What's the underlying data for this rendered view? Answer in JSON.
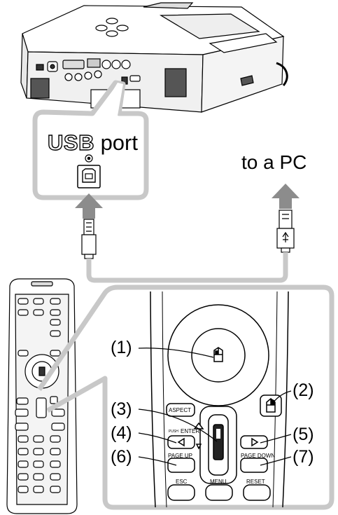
{
  "labels": {
    "usb_port_bold": "USB",
    "usb_port_rest": " port",
    "to_pc": "to a PC"
  },
  "callouts": [
    "(1)",
    "(2)",
    "(3)",
    "(4)",
    "(5)",
    "(6)",
    "(7)"
  ],
  "remote_buttons": {
    "aspect": "ASPECT",
    "enter": "ENTER",
    "push": "PUSH",
    "page_up": "PAGE UP",
    "page_down": "PAGE DOWN",
    "esc": "ESC",
    "menu": "MENU",
    "reset": "RESET"
  },
  "colors": {
    "outline_gray": "#c8c8c8",
    "arrow_gray": "#8c8c8c",
    "ink": "#000000"
  }
}
